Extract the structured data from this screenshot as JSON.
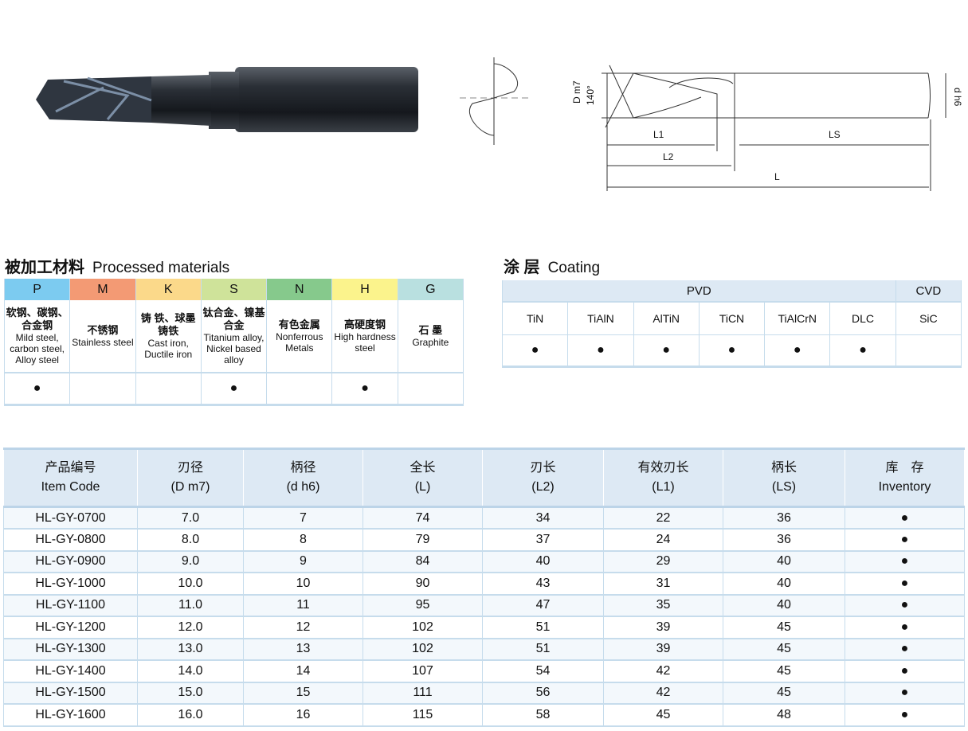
{
  "diagram": {
    "angle": "140°",
    "dia_label": "D m7",
    "shank_label": "d h6",
    "L1": "L1",
    "L2": "L2",
    "LS": "LS",
    "L": "L"
  },
  "materials": {
    "title_zh": "被加工材料",
    "title_en": "Processed materials",
    "columns": [
      {
        "code": "P",
        "color": "#7ccbf0",
        "zh": "软钢、碳钢、合金钢",
        "en": "Mild steel, carbon steel, Alloy steel",
        "mark": "●"
      },
      {
        "code": "M",
        "color": "#f39a74",
        "zh": "不锈钢",
        "en": "Stainless steel",
        "mark": ""
      },
      {
        "code": "K",
        "color": "#fbd98a",
        "zh": "铸 铁、球墨铸铁",
        "en": "Cast iron, Ductile iron",
        "mark": ""
      },
      {
        "code": "S",
        "color": "#cfe39a",
        "zh": "钛合金、镍基合金",
        "en": "Titanium alloy, Nickel based alloy",
        "mark": "●"
      },
      {
        "code": "N",
        "color": "#86c98c",
        "zh": "有色金属",
        "en": "Nonferrous Metals",
        "mark": ""
      },
      {
        "code": "H",
        "color": "#fbf38c",
        "zh": "高硬度钢",
        "en": "High hardness steel",
        "mark": "●"
      },
      {
        "code": "G",
        "color": "#b9e0e0",
        "zh": "石 墨",
        "en": "Graphite",
        "mark": ""
      }
    ]
  },
  "coating": {
    "title_zh": "涂 层",
    "title_en": "Coating",
    "groups": [
      {
        "label": "PVD",
        "span": 6
      },
      {
        "label": "CVD",
        "span": 1
      }
    ],
    "types": [
      "TiN",
      "TiAlN",
      "AlTiN",
      "TiCN",
      "TiAlCrN",
      "DLC",
      "SiC"
    ],
    "marks": [
      "●",
      "●",
      "●",
      "●",
      "●",
      "●",
      ""
    ]
  },
  "items": {
    "headers": [
      {
        "zh": "产品编号",
        "en": "Item Code"
      },
      {
        "zh": "刃径",
        "en": "(D m7)"
      },
      {
        "zh": "柄径",
        "en": "(d h6)"
      },
      {
        "zh": "全长",
        "en": "(L)"
      },
      {
        "zh": "刃长",
        "en": "(L2)"
      },
      {
        "zh": "有效刃长",
        "en": "(L1)"
      },
      {
        "zh": "柄长",
        "en": "(LS)"
      },
      {
        "zh": "库　存",
        "en": "Inventory"
      }
    ],
    "rows": [
      [
        "HL-GY-0700",
        "7.0",
        "7",
        "74",
        "34",
        "22",
        "36",
        "●"
      ],
      [
        "HL-GY-0800",
        "8.0",
        "8",
        "79",
        "37",
        "24",
        "36",
        "●"
      ],
      [
        "HL-GY-0900",
        "9.0",
        "9",
        "84",
        "40",
        "29",
        "40",
        "●"
      ],
      [
        "HL-GY-1000",
        "10.0",
        "10",
        "90",
        "43",
        "31",
        "40",
        "●"
      ],
      [
        "HL-GY-1100",
        "11.0",
        "11",
        "95",
        "47",
        "35",
        "40",
        "●"
      ],
      [
        "HL-GY-1200",
        "12.0",
        "12",
        "102",
        "51",
        "39",
        "45",
        "●"
      ],
      [
        "HL-GY-1300",
        "13.0",
        "13",
        "102",
        "51",
        "39",
        "45",
        "●"
      ],
      [
        "HL-GY-1400",
        "14.0",
        "14",
        "107",
        "54",
        "42",
        "45",
        "●"
      ],
      [
        "HL-GY-1500",
        "15.0",
        "15",
        "111",
        "56",
        "42",
        "45",
        "●"
      ],
      [
        "HL-GY-1600",
        "16.0",
        "16",
        "115",
        "58",
        "45",
        "48",
        "●"
      ]
    ]
  }
}
